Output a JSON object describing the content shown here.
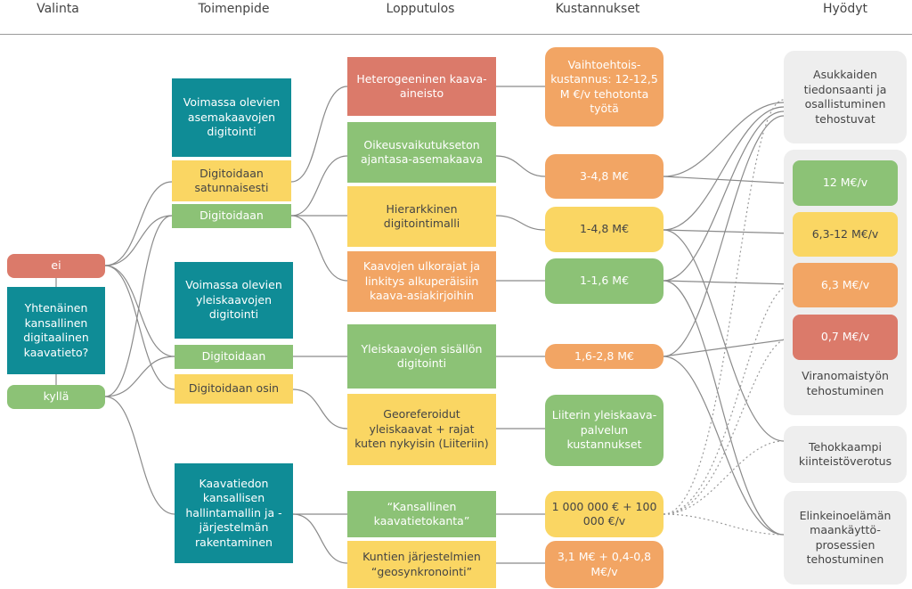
{
  "headers": {
    "valinta": "Valinta",
    "toimenpide": "Toimenpide",
    "lopputulos": "Lopputulos",
    "kustannukset": "Kustannukset",
    "hyodyt": "Hyödyt"
  },
  "valinta": {
    "ei": "ei",
    "question": "Yhtenäinen kansallinen digitaalinen kaavatieto?",
    "kylla": "kyllä"
  },
  "toimenpide": {
    "asemakaava_title": "Voimassa olevien asemakaavojen digitointi",
    "asemakaava_sat": "Digitoidaan satunnaisesti",
    "asemakaava_dig": "Digitoidaan",
    "yleiskaava_title": "Voimassa olevien yleiskaavojen digitointi",
    "yleiskaava_dig": "Digitoidaan",
    "yleiskaava_osin": "Digitoidaan osin",
    "hallinta": "Kaavatiedon kansallisen hallintamallin ja -järjestelmän rakentaminen"
  },
  "lopputulos": {
    "heterogeeninen": "Heterogeeninen kaava-aineisto",
    "oikeusvaikutukseton": "Oikeusvaikutukseton ajantasa-asemakaava",
    "hierarkkinen": "Hierarkkinen digitointimalli",
    "ulkorajat": "Kaavojen ulkorajat ja linkitys alkuperäisiin kaava-asiakirjoihin",
    "yleiskaavojen_sisallon": "Yleiskaavojen sisällön digitointi",
    "georeferoidut": "Georeferoidut yleiskaavat + rajat kuten nykyisin (Liiteriin)",
    "kansallinen": "“Kansallinen kaavatietokanta”",
    "kuntien": "Kuntien järjestelmien “geosynkronointi”"
  },
  "kustannukset": {
    "vaihtoehto": "Vaihtoehtois-kustannus: 12-12,5 M €/v tehotonta työtä",
    "k1": "3-4,8 M€",
    "k2": "1-4,8 M€",
    "k3": "1-1,6 M€",
    "k4": "1,6-2,8 M€",
    "liiteri": "Liiterin yleiskaava-palvelun kustannukset",
    "k5": "1 000 000 € + 100 000 €/v",
    "k6": "3,1 M€ + 0,4-0,8 M€/v"
  },
  "hyodyt": {
    "asukkaiden": "Asukkaiden tiedonsaanti ja osallistuminen tehostuvat",
    "b1": "12 M€/v",
    "b2": "6,3-12 M€/v",
    "b3": "6,3 M€/v",
    "b4": "0,7 M€/v",
    "viranomais": "Viranomaistyön tehostuminen",
    "kiinteisto": "Tehokkaampi kiinteistöverotus",
    "elinkeino": "Elinkeinoelämän maankäyttö-prosessien tehostuminen"
  },
  "colors": {
    "teal": "#0f8c96",
    "red": "#db7a6a",
    "green": "#8cc276",
    "yellow": "#fad663",
    "orange": "#f2a564",
    "connector": "#8a8a8a"
  }
}
